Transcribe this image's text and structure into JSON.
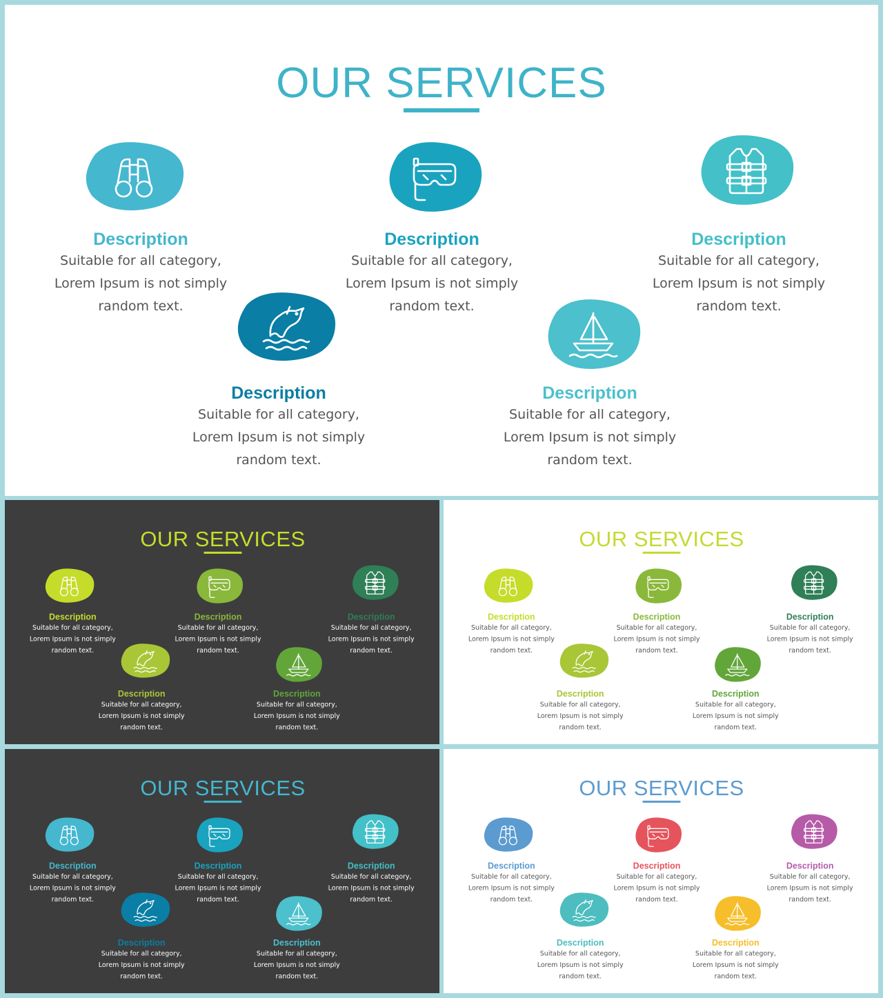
{
  "slides": [
    {
      "bg": "#ffffff",
      "title": "OUR SERVICES",
      "title_color": "#3eb3c8",
      "text_color": "#555555",
      "items": [
        {
          "icon": "binoculars-icon",
          "color": "#45b7cf",
          "heading": "Description",
          "heading_color": "#45b7cf",
          "line1": "Suitable for all category,",
          "line2": "Lorem Ipsum is not simply",
          "line3": "random text."
        },
        {
          "icon": "snorkel-mask-icon",
          "color": "#1aa3bf",
          "heading": "Description",
          "heading_color": "#1aa3bf",
          "line1": "Suitable for all category,",
          "line2": "Lorem Ipsum is not simply",
          "line3": "random text."
        },
        {
          "icon": "life-vest-icon",
          "color": "#43c0c8",
          "heading": "Description",
          "heading_color": "#43c0c8",
          "line1": "Suitable for all category,",
          "line2": "Lorem Ipsum is not simply",
          "line3": "random text."
        },
        {
          "icon": "dolphin-icon",
          "color": "#0a7ea4",
          "heading": "Description",
          "heading_color": "#0a7ea4",
          "line1": "Suitable for all category,",
          "line2": "Lorem Ipsum is not simply",
          "line3": "random text."
        },
        {
          "icon": "sailboat-icon",
          "color": "#4cc0cc",
          "heading": "Description",
          "heading_color": "#4cc0cc",
          "line1": "Suitable for all category,",
          "line2": "Lorem Ipsum is not simply",
          "line3": "random text."
        }
      ]
    },
    {
      "bg": "#3d3d3d",
      "title": "OUR SERVICES",
      "title_color": "#c8dd2a",
      "text_color": "#ffffff",
      "items": [
        {
          "icon": "binoculars-icon",
          "color": "#c5dc2a",
          "heading": "Description",
          "heading_color": "#c5dc2a",
          "line1": "Suitable for all category,",
          "line2": "Lorem Ipsum is not simply",
          "line3": "random text."
        },
        {
          "icon": "snorkel-mask-icon",
          "color": "#8ab83a",
          "heading": "Description",
          "heading_color": "#8ab83a",
          "line1": "Suitable for all category,",
          "line2": "Lorem Ipsum is not simply",
          "line3": "random text."
        },
        {
          "icon": "life-vest-icon",
          "color": "#2f7f57",
          "heading": "Description",
          "heading_color": "#2f7f57",
          "line1": "Suitable for all category,",
          "line2": "Lorem Ipsum is not simply",
          "line3": "random text."
        },
        {
          "icon": "dolphin-icon",
          "color": "#a9c637",
          "heading": "Description",
          "heading_color": "#a9c637",
          "line1": "Suitable for all category,",
          "line2": "Lorem Ipsum is not simply",
          "line3": "random text."
        },
        {
          "icon": "sailboat-icon",
          "color": "#62a63a",
          "heading": "Description",
          "heading_color": "#62a63a",
          "line1": "Suitable for all category,",
          "line2": "Lorem Ipsum is not simply",
          "line3": "random text."
        }
      ]
    },
    {
      "bg": "#ffffff",
      "title": "OUR SERVICES",
      "title_color": "#c5d930",
      "text_color": "#555555",
      "items": [
        {
          "icon": "binoculars-icon",
          "color": "#c5dc2a",
          "heading": "Description",
          "heading_color": "#c5dc2a",
          "line1": "Suitable for all category,",
          "line2": "Lorem Ipsum is not simply",
          "line3": "random text."
        },
        {
          "icon": "snorkel-mask-icon",
          "color": "#8ab83a",
          "heading": "Description",
          "heading_color": "#8ab83a",
          "line1": "Suitable for all category,",
          "line2": "Lorem Ipsum is not simply",
          "line3": "random text."
        },
        {
          "icon": "life-vest-icon",
          "color": "#2f7f57",
          "heading": "Description",
          "heading_color": "#2f7f57",
          "line1": "Suitable for all category,",
          "line2": "Lorem Ipsum is not simply",
          "line3": "random text."
        },
        {
          "icon": "dolphin-icon",
          "color": "#a9c637",
          "heading": "Description",
          "heading_color": "#a9c637",
          "line1": "Suitable for all category,",
          "line2": "Lorem Ipsum is not simply",
          "line3": "random text."
        },
        {
          "icon": "sailboat-icon",
          "color": "#62a63a",
          "heading": "Description",
          "heading_color": "#62a63a",
          "line1": "Suitable for all category,",
          "line2": "Lorem Ipsum is not simply",
          "line3": "random text."
        }
      ]
    },
    {
      "bg": "#3d3d3d",
      "title": "OUR SERVICES",
      "title_color": "#45b7cf",
      "text_color": "#ffffff",
      "items": [
        {
          "icon": "binoculars-icon",
          "color": "#45b7cf",
          "heading": "Description",
          "heading_color": "#45b7cf",
          "line1": "Suitable for all category,",
          "line2": "Lorem Ipsum is not simply",
          "line3": "random text."
        },
        {
          "icon": "snorkel-mask-icon",
          "color": "#1aa3bf",
          "heading": "Description",
          "heading_color": "#1aa3bf",
          "line1": "Suitable for all category,",
          "line2": "Lorem Ipsum is not simply",
          "line3": "random text."
        },
        {
          "icon": "life-vest-icon",
          "color": "#43c0c8",
          "heading": "Description",
          "heading_color": "#43c0c8",
          "line1": "Suitable for all category,",
          "line2": "Lorem Ipsum is not simply",
          "line3": "random text."
        },
        {
          "icon": "dolphin-icon",
          "color": "#0a7ea4",
          "heading": "Description",
          "heading_color": "#0a7ea4",
          "line1": "Suitable for all category,",
          "line2": "Lorem Ipsum is not simply",
          "line3": "random text."
        },
        {
          "icon": "sailboat-icon",
          "color": "#4cc0cc",
          "heading": "Description",
          "heading_color": "#4cc0cc",
          "line1": "Suitable for all category,",
          "line2": "Lorem Ipsum is not simply",
          "line3": "random text."
        }
      ]
    },
    {
      "bg": "#ffffff",
      "title": "OUR SERVICES",
      "title_color": "#5b9bd0",
      "text_color": "#555555",
      "items": [
        {
          "icon": "binoculars-icon",
          "color": "#5b9bd0",
          "heading": "Description",
          "heading_color": "#5b9bd0",
          "line1": "Suitable for all category,",
          "line2": "Lorem Ipsum is not simply",
          "line3": "random text."
        },
        {
          "icon": "snorkel-mask-icon",
          "color": "#e5545d",
          "heading": "Description",
          "heading_color": "#e5545d",
          "line1": "Suitable for all category,",
          "line2": "Lorem Ipsum is not simply",
          "line3": "random text."
        },
        {
          "icon": "life-vest-icon",
          "color": "#b55ba8",
          "heading": "Description",
          "heading_color": "#b55ba8",
          "line1": "Suitable for all category,",
          "line2": "Lorem Ipsum is not simply",
          "line3": "random text."
        },
        {
          "icon": "dolphin-icon",
          "color": "#4dbdbf",
          "heading": "Description",
          "heading_color": "#4dbdbf",
          "line1": "Suitable for all category,",
          "line2": "Lorem Ipsum is not simply",
          "line3": "random text."
        },
        {
          "icon": "sailboat-icon",
          "color": "#f5be2a",
          "heading": "Description",
          "heading_color": "#f5be2a",
          "line1": "Suitable for all category,",
          "line2": "Lorem Ipsum is not simply",
          "line3": "random text."
        }
      ]
    }
  ]
}
